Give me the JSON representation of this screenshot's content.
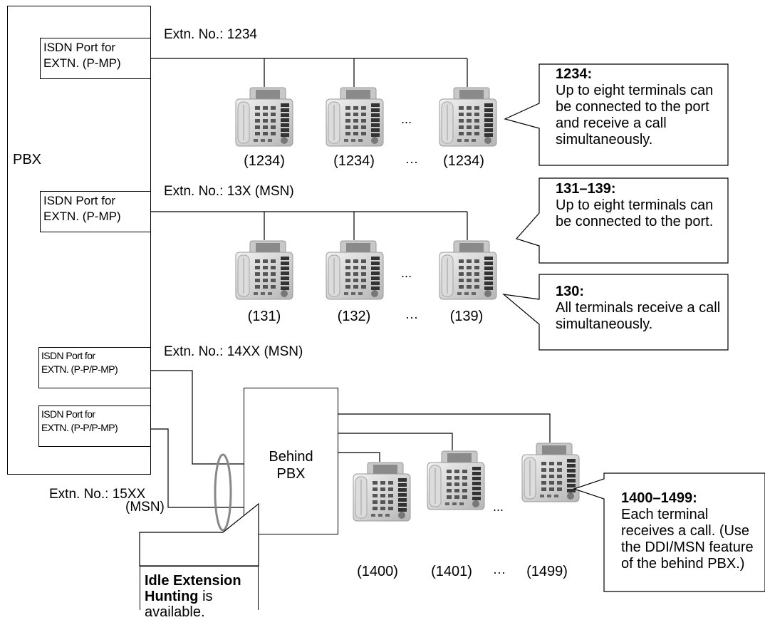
{
  "pbx_label": "PBX",
  "ports": [
    {
      "id": "port1",
      "line1": "ISDN Port for",
      "line2": "EXTN. (P-MP)"
    },
    {
      "id": "port2",
      "line1": "ISDN Port for",
      "line2": "EXTN. (P-MP)"
    },
    {
      "id": "port3",
      "line1": "ISDN Port for",
      "line2": "EXTN. (P-P/P-MP)"
    },
    {
      "id": "port4",
      "line1": "ISDN Port for",
      "line2": "EXTN. (P-P/P-MP)"
    }
  ],
  "extension_labels": {
    "group1": "Extn. No.: 1234",
    "group2": "Extn. No.: 13X (MSN)",
    "group3": "Extn. No.: 14XX (MSN)",
    "group4_line1": "Extn. No.: 15XX",
    "group4_line2": "(MSN)"
  },
  "phone_groups": [
    {
      "captions": [
        "(1234)",
        "(1234)",
        "(1234)"
      ]
    },
    {
      "captions": [
        "(131)",
        "(132)",
        "(139)"
      ]
    },
    {
      "captions": [
        "(1400)",
        "(1401)",
        "(1499)"
      ]
    }
  ],
  "ellipsis": "...",
  "ellipsis_caption": "···",
  "behind_pbx": {
    "line1": "Behind",
    "line2": "PBX"
  },
  "callouts": {
    "c1234": {
      "title": "1234:",
      "body": "Up to eight terminals can be connected to the port and receive a call simultaneously."
    },
    "c131": {
      "title": "131–139:",
      "body": "Up to eight terminals can be connected to the port."
    },
    "c130": {
      "title": "130:",
      "body": "All terminals receive a call simultaneously."
    },
    "c1400": {
      "title": "1400–1499:",
      "body": "Each terminal receives a call. (Use the DDI/MSN feature of the behind PBX.)"
    }
  },
  "hunting_note": {
    "bold_line1": "Idle Extension",
    "bold_line2": "Hunting",
    "suffix": " is available."
  }
}
